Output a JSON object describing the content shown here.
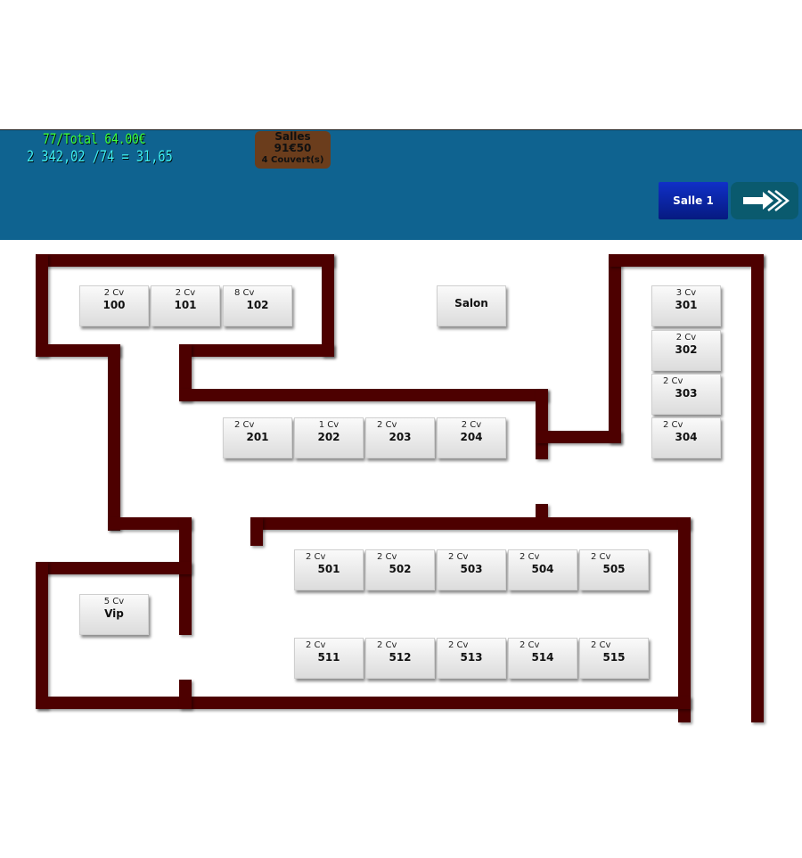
{
  "header": {
    "total_line": "77/Total 64.00€",
    "average_line": "2 342,02 /74 = 31,65",
    "salles": {
      "title": "Salles",
      "amount": "91€50",
      "covers": "4 Couvert(s)"
    },
    "room_button": "Salle 1",
    "next_icon": "double-arrow-right-icon"
  },
  "tables": {
    "t100": {
      "cv": "2 Cv",
      "num": "100"
    },
    "t101": {
      "cv": "2 Cv",
      "num": "101"
    },
    "t102": {
      "cv": "8 Cv",
      "num": "102"
    },
    "salon": {
      "num": "Salon"
    },
    "t301": {
      "cv": "3 Cv",
      "num": "301"
    },
    "t302": {
      "cv": "2 Cv",
      "num": "302"
    },
    "t303": {
      "cv": "2 Cv",
      "num": "303"
    },
    "t304": {
      "cv": "2 Cv",
      "num": "304"
    },
    "t201": {
      "cv": "2 Cv",
      "num": "201"
    },
    "t202": {
      "cv": "1 Cv",
      "num": "202"
    },
    "t203": {
      "cv": "2 Cv",
      "num": "203"
    },
    "t204": {
      "cv": "2 Cv",
      "num": "204"
    },
    "t501": {
      "cv": "2 Cv",
      "num": "501"
    },
    "t502": {
      "cv": "2 Cv",
      "num": "502"
    },
    "t503": {
      "cv": "2 Cv",
      "num": "503"
    },
    "t504": {
      "cv": "2 Cv",
      "num": "504"
    },
    "t505": {
      "cv": "2 Cv",
      "num": "505"
    },
    "t511": {
      "cv": "2 Cv",
      "num": "511"
    },
    "t512": {
      "cv": "2 Cv",
      "num": "512"
    },
    "t513": {
      "cv": "2 Cv",
      "num": "513"
    },
    "t514": {
      "cv": "2 Cv",
      "num": "514"
    },
    "t515": {
      "cv": "2 Cv",
      "num": "515"
    },
    "vip": {
      "cv": "5 Cv",
      "num": "Vip"
    }
  }
}
